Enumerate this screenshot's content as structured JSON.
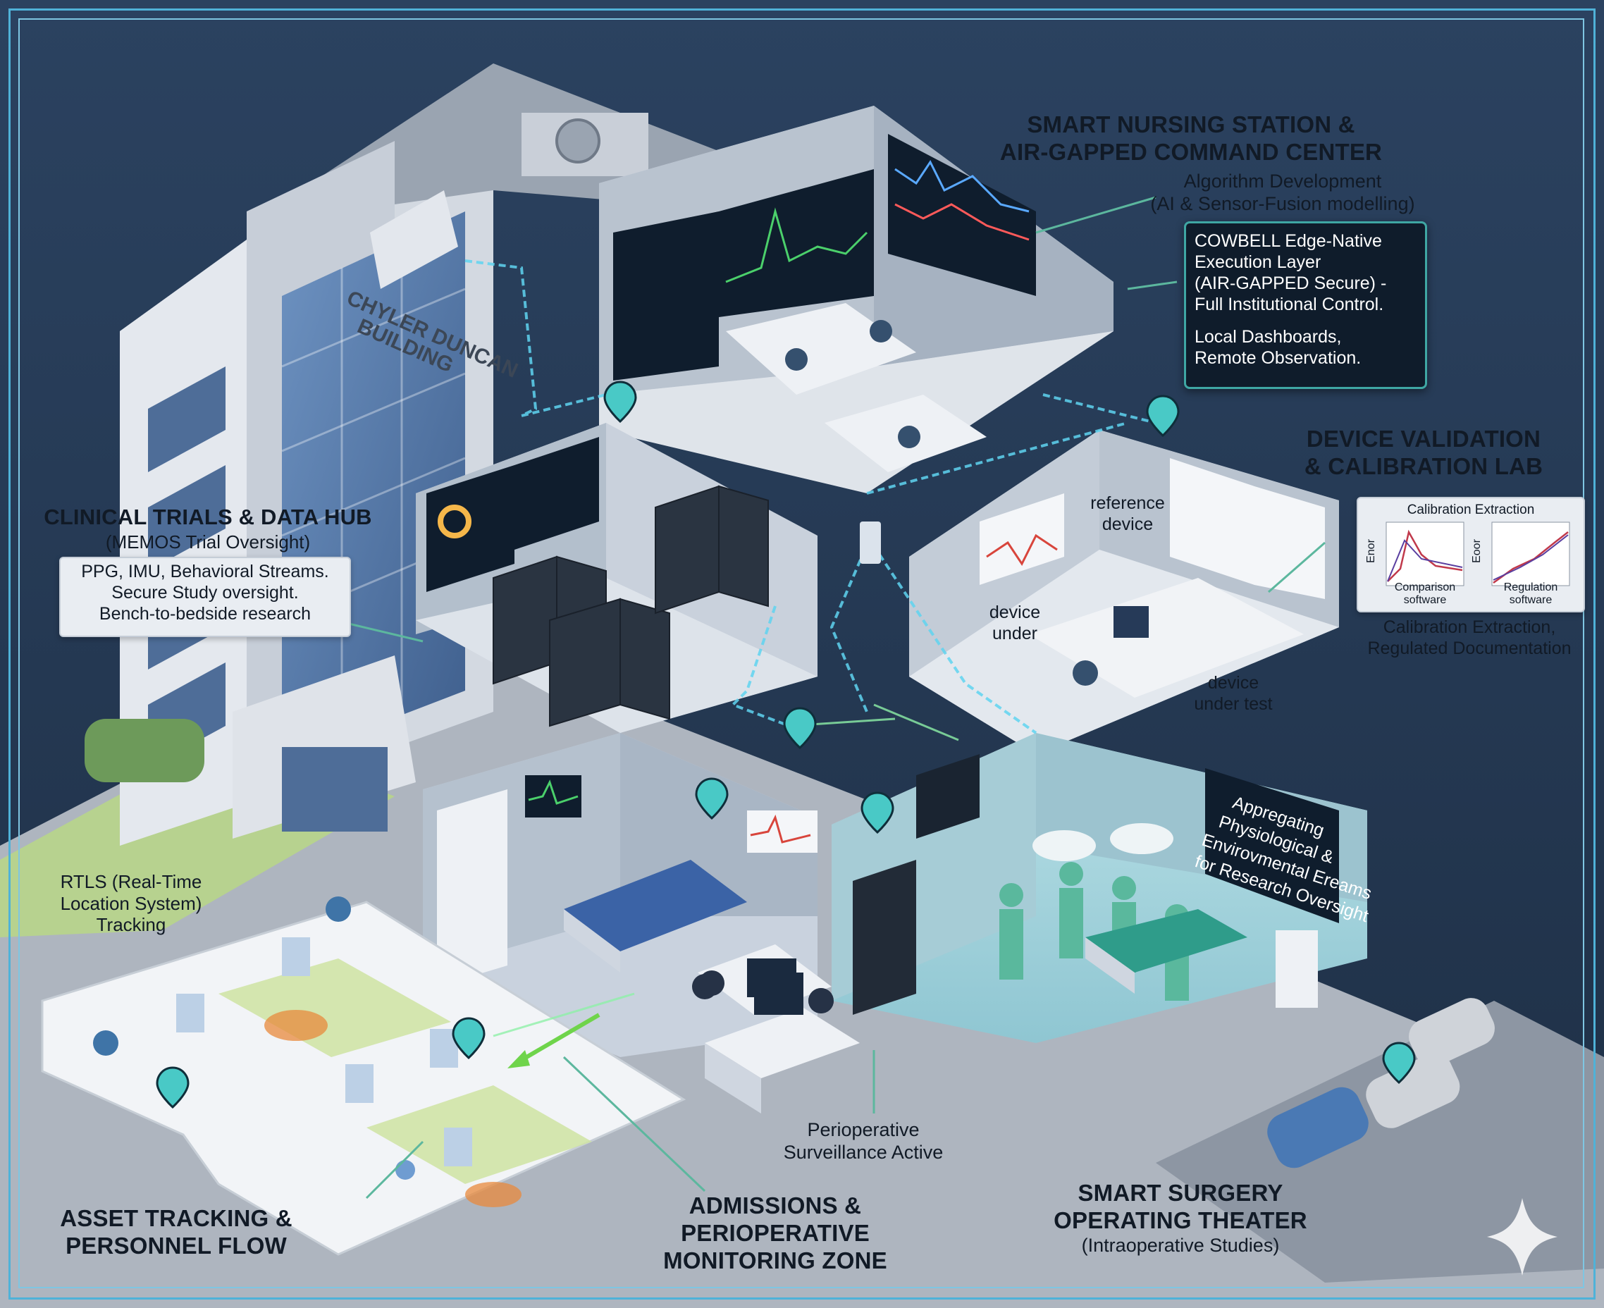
{
  "building": {
    "name_line1": "CHYLER DUNCAN",
    "name_line2": "BUILDING"
  },
  "zones": {
    "nursing": {
      "title_line1": "SMART NURSING STATION &",
      "title_line2": "AIR-GAPPED COMMAND CENTER",
      "algo_line1": "Algorithm Development",
      "algo_line2": "(AI & Sensor-Fusion modelling)"
    },
    "cowbell": {
      "line1": "COWBELL Edge-Native",
      "line2": "Execution Layer",
      "line3": "(AIR-GAPPED Secure) -",
      "line4": "Full Institutional Control.",
      "line5": "Local Dashboards,",
      "line6": "Remote Observation."
    },
    "clinical": {
      "title": "CLINICAL TRIALS & DATA HUB",
      "subtitle": "(MEMOS Trial Oversight)",
      "line1": "PPG, IMU, Behavioral Streams.",
      "line2": "Secure Study oversight.",
      "line3": "Bench-to-bedside research"
    },
    "device_lab": {
      "title_line1": "DEVICE VALIDATION",
      "title_line2": "& CALIBRATION LAB",
      "ref_line1": "reference",
      "ref_line2": "device",
      "dut1_line1": "device",
      "dut1_line2": "under",
      "dut2_line1": "device",
      "dut2_line2": "under test",
      "panel_title": "Calibration Extraction",
      "axis_left": "Enor",
      "axis_right": "Eoor",
      "chart1_line1": "Comparison",
      "chart1_line2": "software",
      "chart2_line1": "Regulation",
      "chart2_line2": "software",
      "caption_line1": "Calibration Extraction,",
      "caption_line2": "Regulated Documentation"
    },
    "rtls": {
      "line1": "RTLS (Real-Time",
      "line2": "Location System)",
      "line3": "Tracking"
    },
    "asset": {
      "line1": "ASSET TRACKING &",
      "line2": "PERSONNEL FLOW"
    },
    "admissions": {
      "line1": "ADMISSIONS &",
      "line2": "PERIOPERATIVE",
      "line3": "MONITORING ZONE",
      "peri_line1": "Perioperative",
      "peri_line2": "Surveillance Active"
    },
    "surgery": {
      "title_line1": "SMART SURGERY",
      "title_line2": "OPERATING THEATER",
      "subtitle": "(Intraoperative Studies)",
      "screen_line1": "Appregating",
      "screen_line2": "Physiological &",
      "screen_line3": "Envirovmental Ereams",
      "screen_line4": "for Research Oversight"
    }
  },
  "colors": {
    "background": "#24364f",
    "frame": "#4fb2d8",
    "network": "#5fd4f0",
    "accent": "#3fa7a4"
  },
  "icons": [
    "location-pin-icon",
    "sparkle-icon"
  ]
}
